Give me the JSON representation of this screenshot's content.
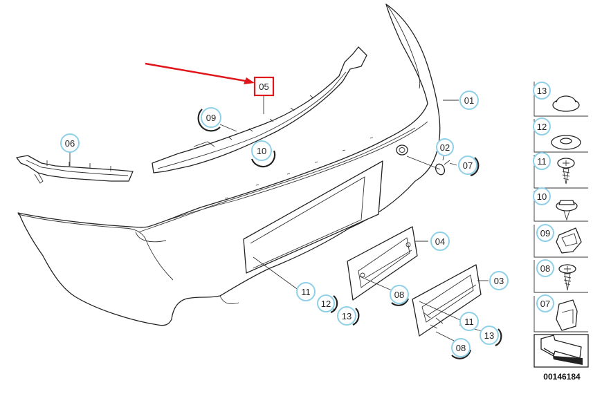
{
  "diagram": {
    "callouts": {
      "c01": "01",
      "c02": "02",
      "c03": "03",
      "c04": "04",
      "c05": "05",
      "c06": "06",
      "c07": "07",
      "c08a": "08",
      "c08b": "08",
      "c09": "09",
      "c10": "10",
      "c11a": "11",
      "c11b": "11",
      "c12": "12",
      "c13a": "13",
      "c13b": "13"
    },
    "legend": [
      {
        "number": "13",
        "icon": "cap-icon"
      },
      {
        "number": "12",
        "icon": "washer-icon"
      },
      {
        "number": "11",
        "icon": "screw-icon"
      },
      {
        "number": "10",
        "icon": "hex-bolt-icon"
      },
      {
        "number": "09",
        "icon": "clip-nut-icon"
      },
      {
        "number": "08",
        "icon": "screw-icon"
      },
      {
        "number": "07",
        "icon": "clip-icon"
      }
    ],
    "highlight_color": "#e0161a",
    "bubble_color": "#8fd0e8",
    "diagram_number": "00146184"
  }
}
